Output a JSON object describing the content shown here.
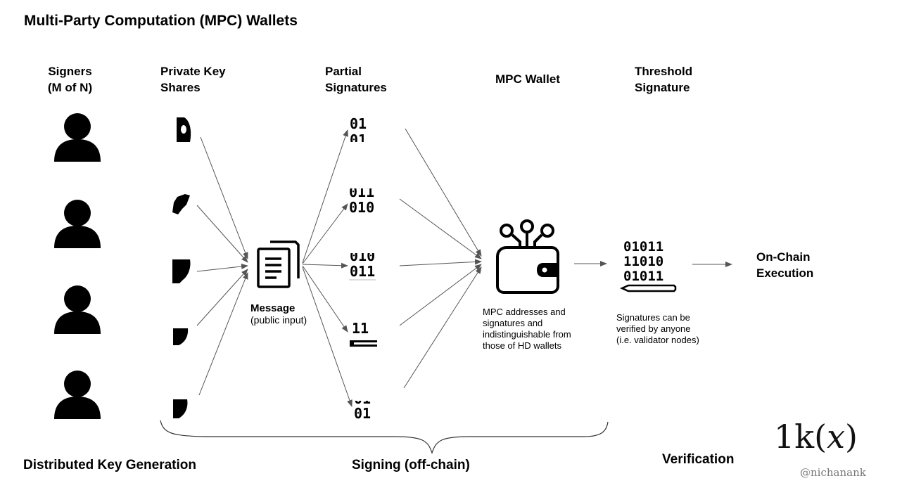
{
  "title": "Multi-Party Computation (MPC) Wallets",
  "columns": {
    "signers": [
      "Signers",
      "(M of N)"
    ],
    "key_shares": [
      "Private Key",
      "Shares"
    ],
    "partial_signatures": [
      "Partial",
      "Signatures"
    ],
    "mpc_wallet": [
      "MPC Wallet"
    ],
    "threshold_signature": [
      "Threshold",
      "Signature"
    ]
  },
  "message": {
    "label": "Message",
    "sublabel": "(public input)"
  },
  "wallet_note": [
    "MPC addresses and",
    "signatures and",
    "indistinguishable from",
    "those of HD wallets"
  ],
  "threshold_binary": [
    "01011",
    "11010",
    "01011"
  ],
  "partial_binary": {
    "p1": [
      "01",
      "01"
    ],
    "p2": [
      "011",
      "010"
    ],
    "p3": [
      "010",
      "011"
    ],
    "p4": [
      "11"
    ],
    "p5": [
      "01",
      "01"
    ]
  },
  "verify_note": [
    "Signatures can be",
    "verified by anyone",
    "(i.e. validator nodes)"
  ],
  "on_chain": [
    "On-Chain",
    "Execution"
  ],
  "phases": {
    "dkg": "Distributed Key Generation",
    "signing": "Signing (off-chain)",
    "verification": "Verification"
  },
  "logo": "1k(𝑥)",
  "handle": "@nichanank",
  "icons": {
    "signers": "person-icon",
    "shares": "key-share-fragment-icon",
    "message": "document-stack-icon",
    "wallet": "wallet-circuit-icon",
    "threshold": "signature-pen-icon"
  },
  "colors": {
    "ink": "#000000",
    "arrow": "#555555",
    "muted": "#777777"
  }
}
